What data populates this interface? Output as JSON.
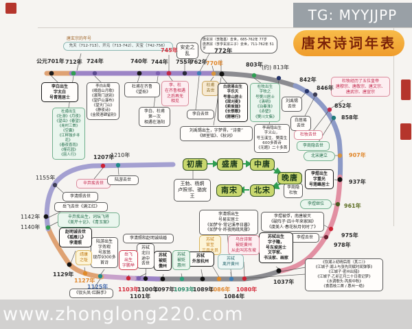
{
  "title": "唐宋诗词年表",
  "watermarks": {
    "top": "TG: MYYJJPP",
    "bottom": "www.zhonglong220.com"
  },
  "top_notes": {
    "era_names_label": "唐玄宗的年号",
    "era_names": "先天（712-713）、开元（713-742）、天宝（742-756）",
    "anshi": "安史之乱",
    "emperors_death": "唐玄宗（李隆基）去世，685-762年 77岁\n唐肃宗（李亨玄宗三子）去世，711-762年 51岁"
  },
  "era_flow": {
    "chutang": "初唐",
    "shengtang": "盛唐",
    "zhongtang": "中唐",
    "wantang": "晚唐",
    "beisong": "北宋",
    "nansong": "南宋",
    "four_greats": "王勃、杨炯\n卢照邻、骆宾王",
    "late_tang_poets": "李商隐\n杜牧"
  },
  "years": {
    "y701": "公元701年",
    "y712": "712年",
    "y724": "724年",
    "y740": "740年",
    "y744": "744年",
    "y745": "745年",
    "y755": "755年",
    "y762": "762年",
    "y770": "770年",
    "y772": "772年",
    "y803": "803年",
    "y813": "(约) 813年",
    "y842": "842年",
    "y846": "846年",
    "y852": "852年",
    "y858": "858年",
    "y907": "907年",
    "y937": "937年",
    "y961": "961年",
    "y975": "975年",
    "y978": "978年",
    "y1037": "1037年",
    "y1080": "1080年",
    "y1084": "1084年",
    "y1086": "1086年",
    "y1089": "1089年",
    "y1093": "1093年",
    "y1097": "1097年",
    "y1100": "1100年",
    "y1101": "1101年",
    "y1103": "1103年",
    "y1125": "1125年",
    "y1127": "1127年",
    "y1129": "1129年",
    "y1140": "1140年",
    "y1142": "1142年",
    "y1155": "1155年",
    "y1207": "1207年",
    "y1210": "1210年"
  },
  "events": {
    "libai_birth": "李白出生\n字太白\n号青莲居士",
    "dufu_birth": "杜甫出生\n《壮游》《月夜》\n《望岳》《春望》\n《羌村三首》\n《空囊》\n《江畔独步寻花》\n《春夜喜雨》\n《槿花园》\n《丽人行》",
    "libai_leaves_shu": "李白出蜀\n《峨眉山月歌》\n《渡荆门送别》\n《望庐山瀑布》\n《望天门山》\n《静夜诗》\n《金陵酒肆留别》",
    "dufu_qilu": "杜甫在齐鲁\n《望岳》",
    "first_meeting": "李白、杜甫\n第一次\n相遇在洛阳",
    "last_meeting": "李、杜\n在齐鲁相遇\n之后再无\n相见",
    "libai_death": "李白去世",
    "dufu_death": "杜甫\n去世",
    "baijuyi_birth": "白居易出生\n字乐天\n号香山居士\n《观刈麦》\n《卖炭翁》\n《长恨歌》\n《琵琶行》",
    "liuyuxi_birth": "刘禹锡出生，字梦得，“诗豪”\n《陋室铭》、《秋词》",
    "dumu_birth": "杜牧出生\n字牧之\n号樊川居士\n《清明》\n《泊秦淮》\n《赤壁》\n《樊川文集》",
    "lishangyin_birth": "李商隐出生\n字义山，\n号玉溪生、樊南生\n600多首诗\n《无题》二十多首",
    "liuyuxi_death": "刘禹锡\n去世",
    "baijuyi_death": "白居易\n去世",
    "dumu_death": "杜牧去世",
    "lishangyin_death": "李商隐去世",
    "dumu_emperors": "杜牧经历了五位皇帝\n唐穆宗、唐敬宗、唐文宗、\n唐武宗、唐宣宗",
    "beisong_founded": "北宋建立",
    "liyu_birth": "李煜出生\n字重光\n号莲峰居士",
    "liyu_throne": "李煜继位",
    "liyu_captured": "李煜被俘，南唐被灭\n《破阵子·四十年来家国》\n《虞美人·春花秋月何时了》",
    "liyu_death": "李煜去世",
    "sushi_birth": "苏轼出生\n字子瞻，\n号东坡居士\n文学家、\n书法家、画家",
    "sushi_works": "《饮湖上初晴后雨（其二）》\n《江城子·湖上与张先同赋时闻弹筝》\n《江城子·密州出猎》\n《江城子·乙卯正月二十日夜记梦》\n《水调歌头·丙辰中秋》\n《食荔枝二首 / 惠州一绝》",
    "wutai": "乌台诗案\n被贬黄州\n从此叫苏东坡",
    "sushi_sanpin": "苏轼\n官至\n三品大员",
    "sushi_leave_huangzhou": "苏轼\n离开黄州",
    "sushi_hangzhou": "苏轼\n外放杭州",
    "sushi_huizhou": "苏轼\n被贬\n惠州",
    "sushi_danzhou": "苏轼\n被贬\n儋州",
    "sushi_death": "苏轼\n北归\n途中\n去世",
    "liqingzhao_marriage": "李清照和赵明诚结婚",
    "yuefei_birth": "岳飞\n出生\n字鹏举",
    "luyou_birth": "陆游出生\n字务观\n号放翁\n现存9300多\n首诗",
    "chaitoufeng": "《钗头凤·红酥手》",
    "jingkang": "靖康\n之耻",
    "zhaomingcheng_death": "赵明诚去世\n《孤雁儿》\n李清照",
    "xinqiji_birth": "辛弃疾出生，词坛飞将\n《美芹十论》、《青玉案》",
    "yuefei_death": "岳飞去世《满江红》",
    "liqingzhao_death": "李清照去世",
    "xinqiji_death": "辛弃疾去世",
    "luyou_death": "陆游去世",
    "liqingzhao_birth": "李清照出生\n号易安居士\n《如梦令·常记溪亭日暮》\n《如梦令·昨夜雨疏风骤》"
  },
  "colors": {
    "title_bg": "#f0a234",
    "title_text": "#7c2308",
    "track_tan": "#dfa273",
    "track_purple": "#9c84c6",
    "track_gray": "#8b8b90",
    "track_slate": "#8c99c6",
    "track_rose": "#e28fa2",
    "track_lilac": "#c8a2cb",
    "track_lavender": "#a4a0d1",
    "era_box_bg": "#c9d86e",
    "arrow_green": "#2f9e52",
    "death_red": "#d42b3a",
    "birth_green": "#2a8a6a"
  }
}
